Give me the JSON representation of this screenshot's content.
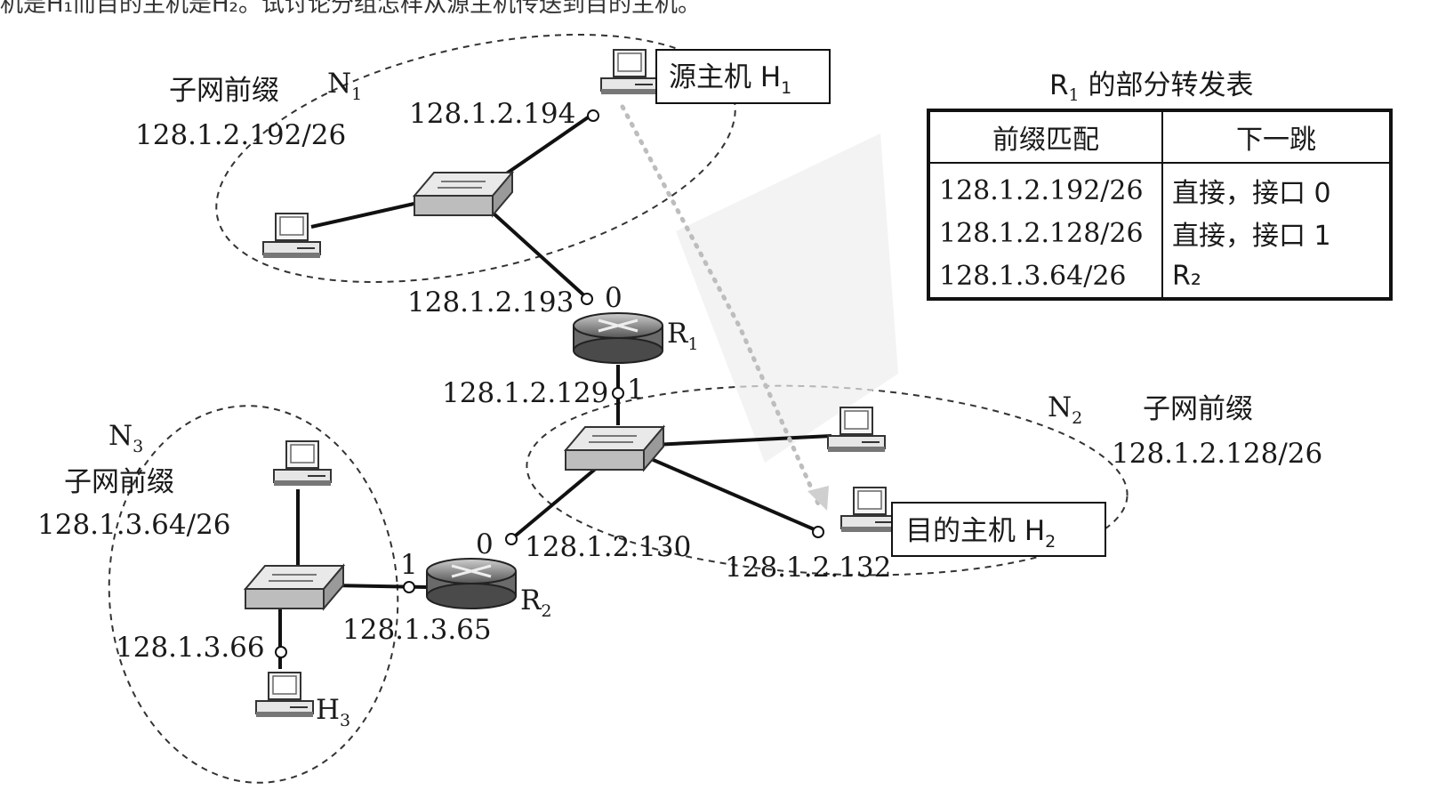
{
  "top_clipped_text": "机是H₁而目的主机是H₂。试讨论分组怎样从源主机传送到目的主机。",
  "source_host_label": "源主机 H",
  "source_host_sub": "1",
  "dest_host_label": "目的主机 H",
  "dest_host_sub": "2",
  "h3_label": "H",
  "h3_sub": "3",
  "n1": {
    "name": "N",
    "name_sub": "1",
    "prefix_label": "子网前缀",
    "prefix": "128.1.2.192/26",
    "host_ip": "128.1.2.194",
    "router_ip": "128.1.2.193"
  },
  "n2": {
    "name": "N",
    "name_sub": "2",
    "prefix_label": "子网前缀",
    "prefix": "128.1.2.128/26",
    "r1_ip": "128.1.2.129",
    "r2_ip": "128.1.2.130",
    "host_ip": "128.1.2.132"
  },
  "n3": {
    "name": "N",
    "name_sub": "3",
    "prefix_label": "子网前缀",
    "prefix": "128.1.3.64/26",
    "r2_ip": "128.1.3.65",
    "host_ip": "128.1.3.66"
  },
  "r1": {
    "name": "R",
    "sub": "1",
    "port0": "0",
    "port1": "1"
  },
  "r2": {
    "name": "R",
    "sub": "2",
    "port0": "0",
    "port1": "1"
  },
  "table": {
    "title_pre": "R",
    "title_sub": "1",
    "title_post": " 的部分转发表",
    "headers": [
      "前缀匹配",
      "下一跳"
    ],
    "rows": [
      [
        "128.1.2.192/26",
        "直接，接口 0"
      ],
      [
        "128.1.2.128/26",
        "直接，接口 1"
      ],
      [
        "128.1.3.64/26",
        "R₂"
      ]
    ]
  }
}
